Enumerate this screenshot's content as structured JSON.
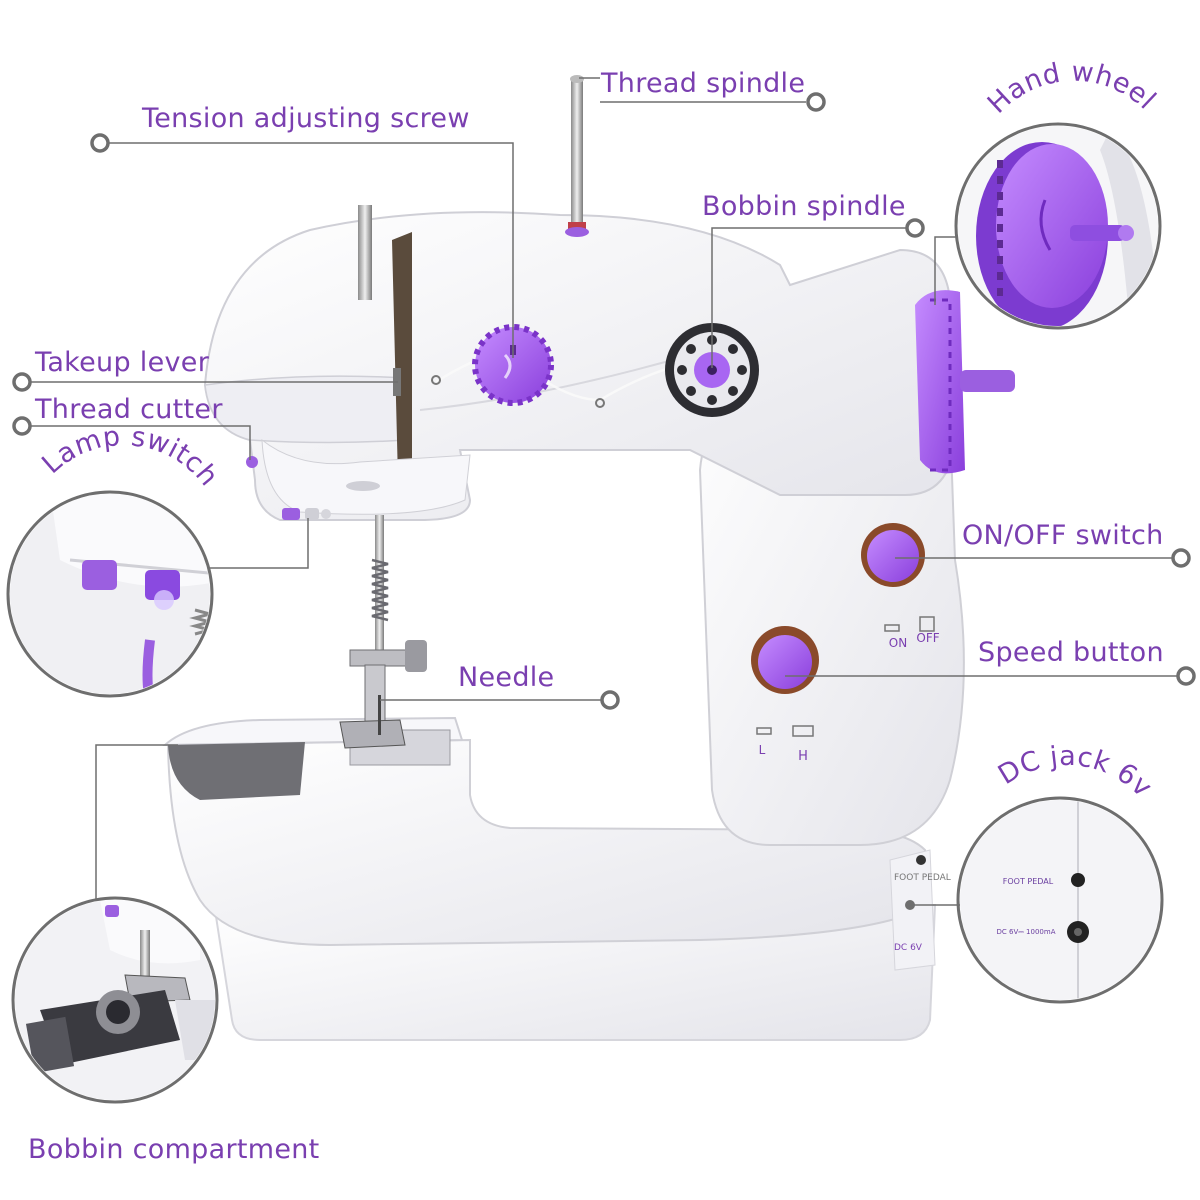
{
  "labels": {
    "thread_spindle": "Thread spindle",
    "tension_adjusting_screw": "Tension adjusting screw",
    "hand_wheel": "Hand wheel",
    "bobbin_spindle": "Bobbin spindle",
    "takeup_lever": "Takeup lever",
    "thread_cutter": "Thread cutter",
    "lamp_switch": "Lamp switch",
    "on_off_switch": "ON/OFF switch",
    "speed_button": "Speed button",
    "needle": "Needle",
    "dc_jack": "DC jack 6v",
    "bobbin_compartment": "Bobbin compartment"
  },
  "panel_text": {
    "on": "ON",
    "off": "OFF",
    "low": "L",
    "high": "H",
    "foot_pedal": "FOOT PEDAL",
    "dc_rating": "DC 6V⎓ 1000mA",
    "foot_pedal_side": "FOOT PEDAL",
    "dc_side": "DC 6V"
  },
  "colors": {
    "accent": "#7a3fb0",
    "purple_part": "#9b5fe0",
    "leader_line": "#6e6e6e",
    "body": "#f4f4f6"
  }
}
